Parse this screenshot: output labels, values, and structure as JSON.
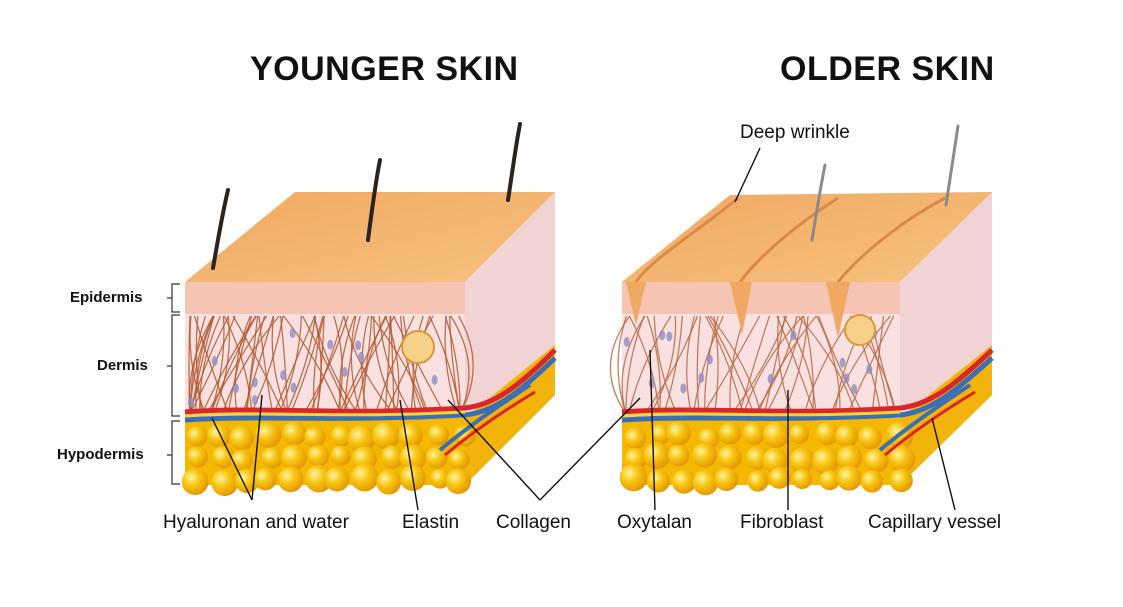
{
  "titles": {
    "left": "YOUNGER SKIN",
    "right": "OLDER SKIN"
  },
  "layers": {
    "epidermis": "Epidermis",
    "dermis": "Dermis",
    "hypodermis": "Hypodermis"
  },
  "labels": {
    "hyaluronan": "Hyaluronan and water",
    "elastin": "Elastin",
    "collagen": "Collagen",
    "oxytalan": "Oxytalan",
    "fibroblast": "Fibroblast",
    "capillary": "Capillary vessel",
    "wrinkle": "Deep wrinkle"
  },
  "colors": {
    "skin_top": "#f2ae6e",
    "epidermis": "#f7c7b5",
    "dermis": "#f8dede",
    "collagen": "#b25a33",
    "fat": "#f5b800",
    "artery": "#d9262c",
    "vein": "#3a6fb5"
  }
}
